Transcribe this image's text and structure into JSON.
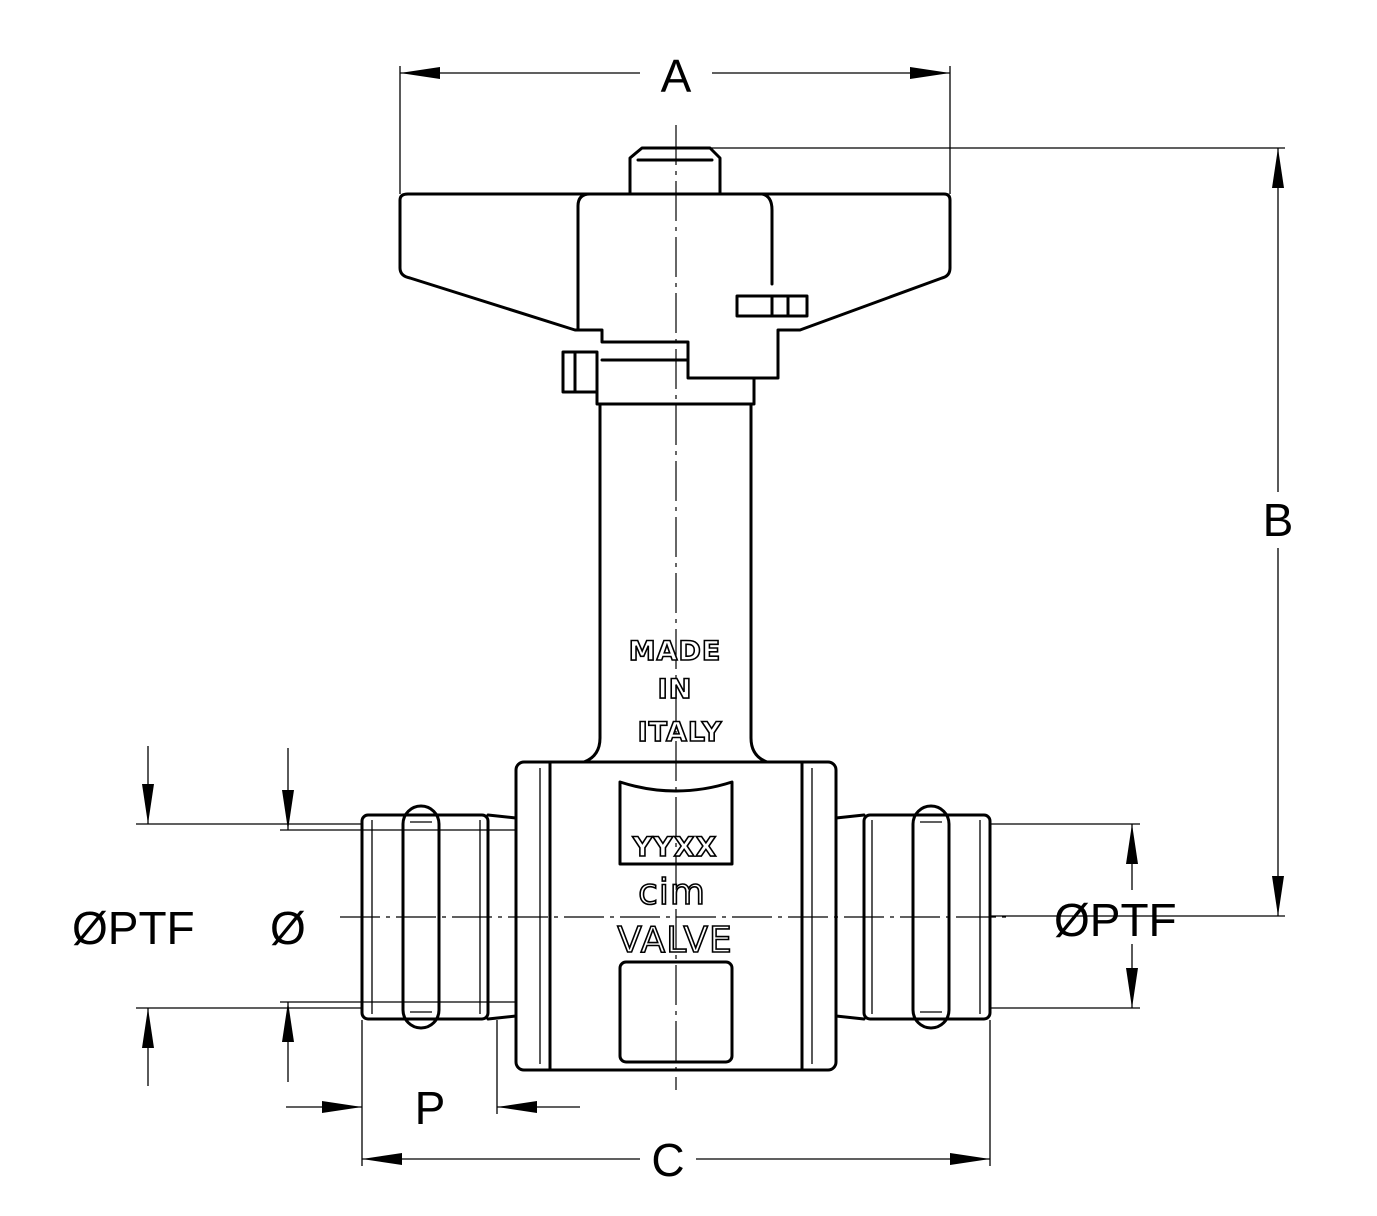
{
  "dimensions": {
    "a": "A",
    "b": "B",
    "c": "C",
    "p": "P",
    "ptf_left": "ØPTF",
    "diameter_left": "Ø",
    "ptf_right": "ØPTF"
  },
  "markings": {
    "made": "MADE",
    "in": "IN",
    "italy": "ITALY",
    "code": "YYXX",
    "brand": "cim",
    "valve": "VALVE"
  }
}
